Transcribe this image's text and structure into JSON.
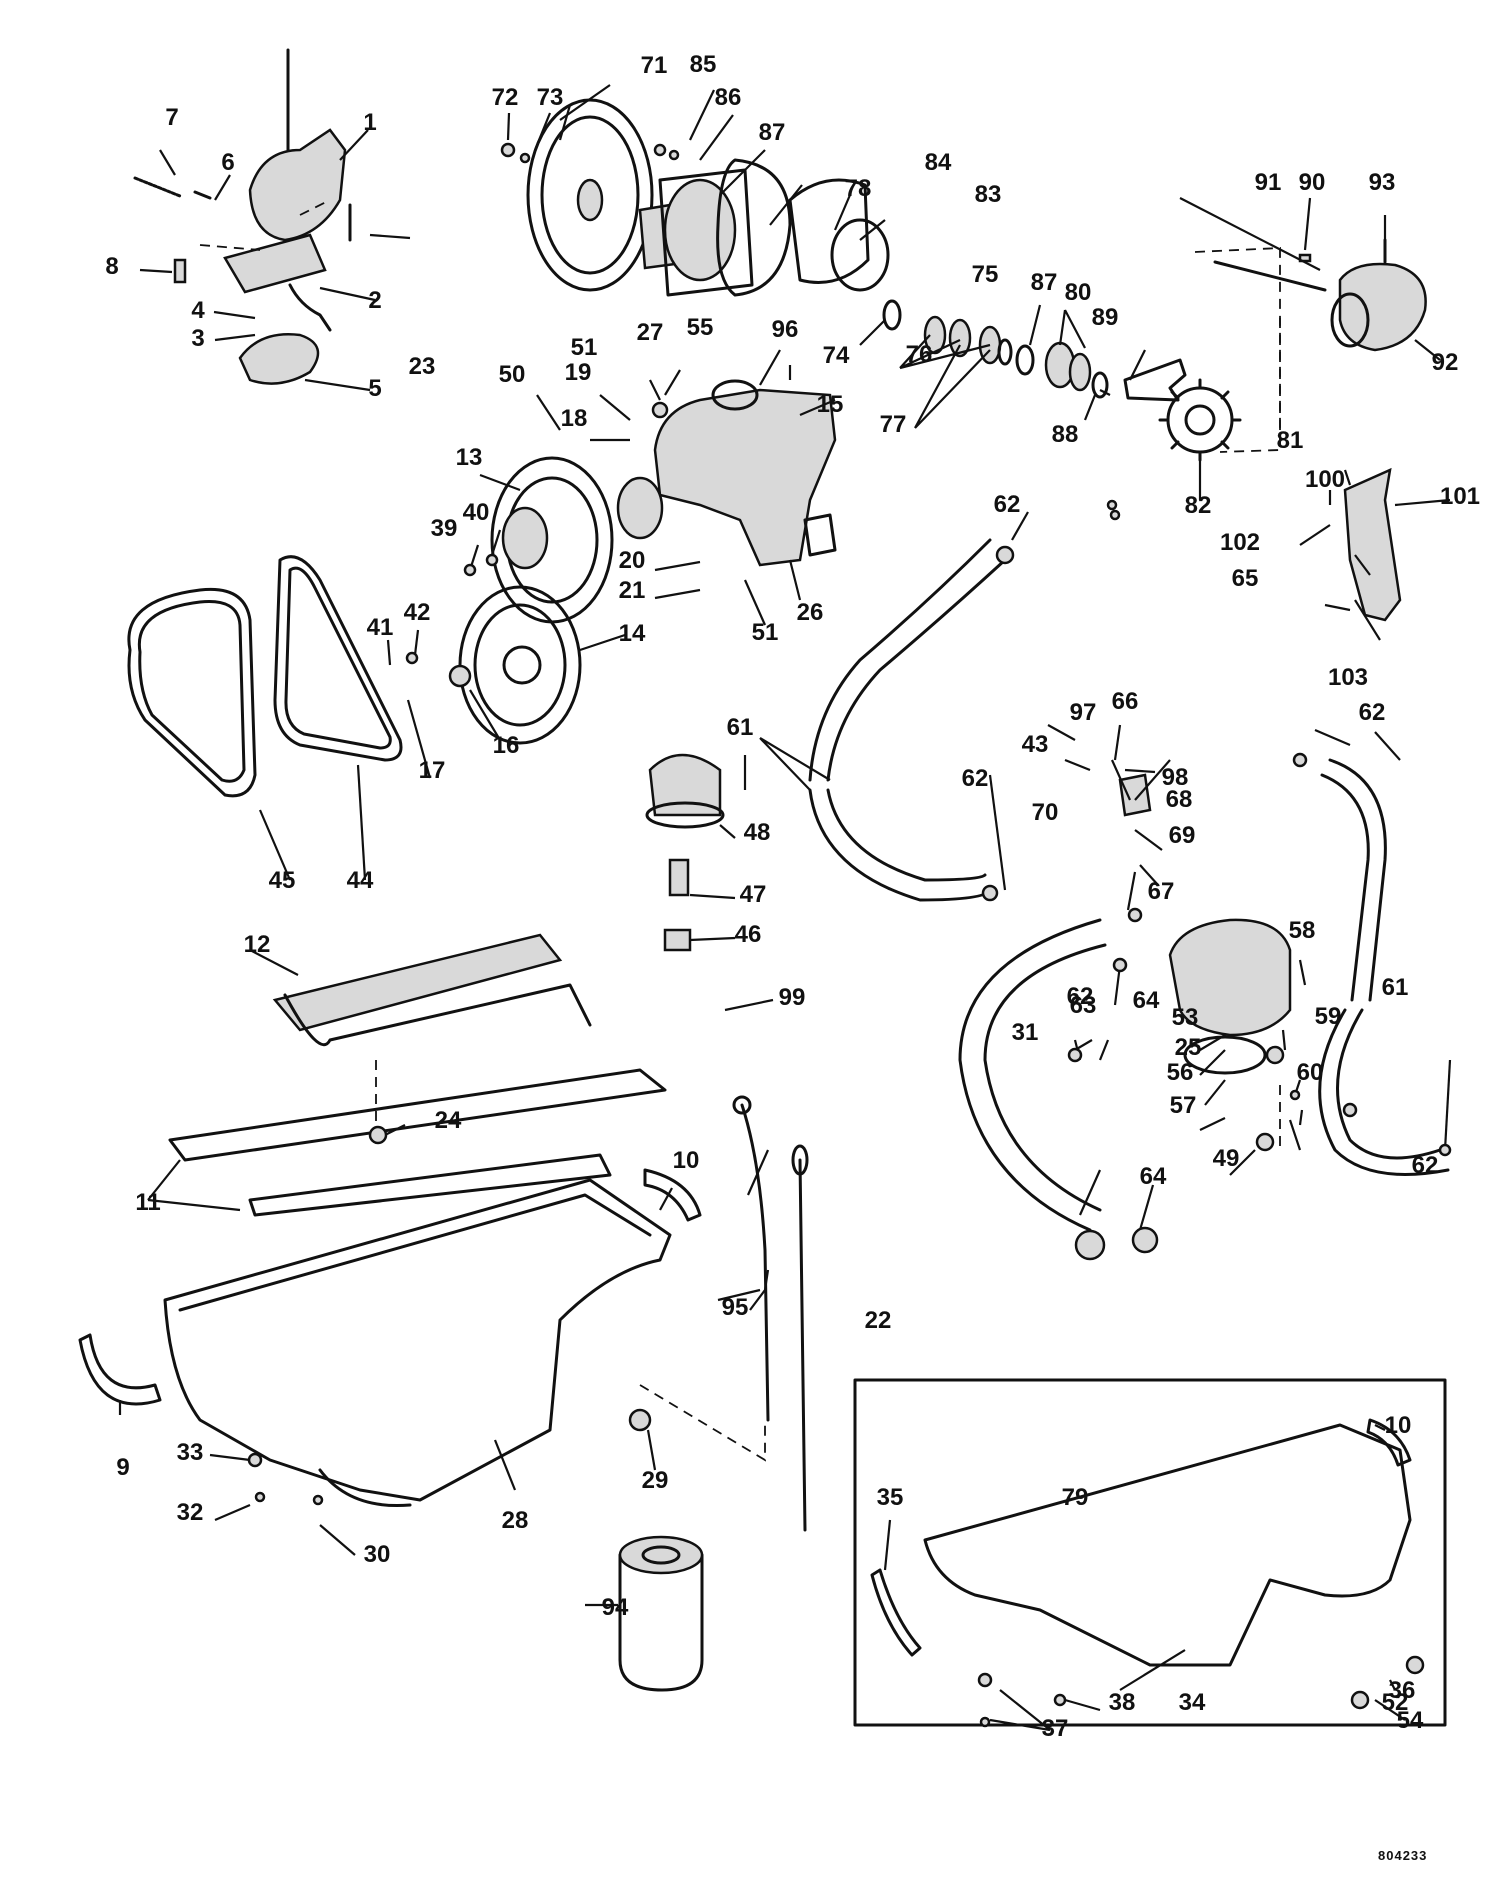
{
  "diagram_code": "804233",
  "callouts": [
    "1",
    "2",
    "3",
    "4",
    "5",
    "6",
    "7",
    "8",
    "9",
    "10",
    "11",
    "12",
    "13",
    "14",
    "15",
    "16",
    "17",
    "18",
    "19",
    "20",
    "21",
    "22",
    "23",
    "24",
    "25",
    "26",
    "27",
    "28",
    "29",
    "30",
    "31",
    "32",
    "33",
    "34",
    "35",
    "36",
    "37",
    "38",
    "39",
    "40",
    "41",
    "42",
    "43",
    "44",
    "45",
    "46",
    "47",
    "48",
    "49",
    "50",
    "51",
    "52",
    "53",
    "54",
    "55",
    "56",
    "57",
    "58",
    "59",
    "60",
    "61",
    "62",
    "63",
    "64",
    "65",
    "66",
    "67",
    "68",
    "69",
    "70",
    "71",
    "72",
    "73",
    "74",
    "75",
    "76",
    "77",
    "78",
    "79",
    "80",
    "81",
    "82",
    "83",
    "84",
    "85",
    "86",
    "87",
    "88",
    "89",
    "90",
    "91",
    "92",
    "93",
    "94",
    "95",
    "96",
    "97",
    "98",
    "99",
    "100",
    "101",
    "102",
    "103"
  ],
  "callout_occurrences": [
    "1",
    "2",
    "3",
    "4",
    "5",
    "6",
    "7",
    "8",
    "9",
    "10",
    "10",
    "11",
    "12",
    "13",
    "14",
    "15",
    "16",
    "17",
    "18",
    "19",
    "20",
    "21",
    "22",
    "23",
    "24",
    "25",
    "26",
    "27",
    "28",
    "29",
    "30",
    "31",
    "32",
    "33",
    "34",
    "35",
    "36",
    "37",
    "38",
    "39",
    "40",
    "41",
    "42",
    "43",
    "44",
    "45",
    "46",
    "47",
    "48",
    "49",
    "50",
    "51",
    "51",
    "52",
    "53",
    "54",
    "55",
    "56",
    "57",
    "58",
    "59",
    "60",
    "61",
    "61",
    "62",
    "62",
    "62",
    "62",
    "62",
    "63",
    "64",
    "64",
    "65",
    "66",
    "67",
    "68",
    "69",
    "70",
    "71",
    "72",
    "73",
    "74",
    "75",
    "76",
    "77",
    "78",
    "79",
    "80",
    "81",
    "82",
    "83",
    "84",
    "85",
    "86",
    "87",
    "87",
    "88",
    "89",
    "90",
    "91",
    "92",
    "93",
    "94",
    "95",
    "96",
    "97",
    "98",
    "99",
    "100",
    "101",
    "102",
    "103"
  ]
}
